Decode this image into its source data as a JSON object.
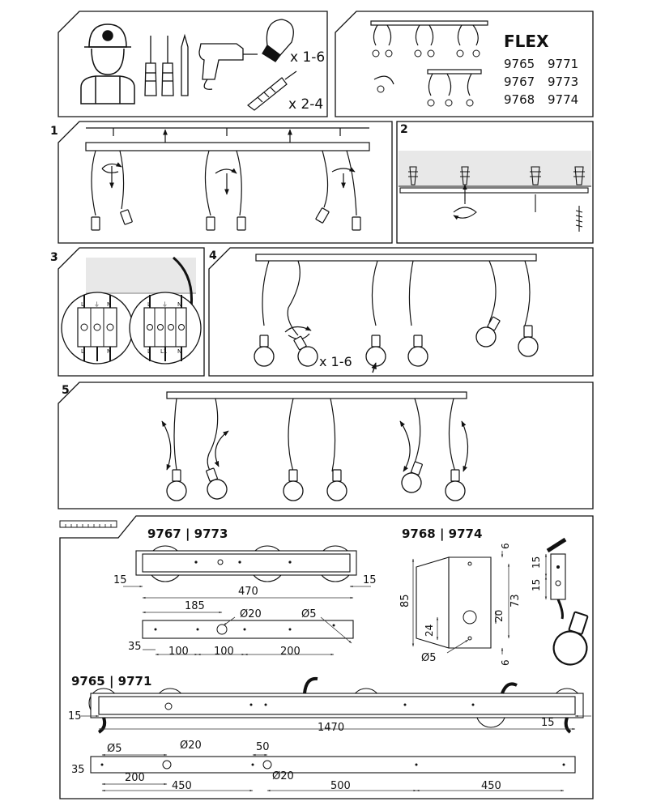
{
  "header": {
    "tools_qty_bulb": "x 1-6",
    "tools_qty_dowel": "x 2-4",
    "product_name": "FLEX",
    "codes": [
      [
        "9765",
        "9771"
      ],
      [
        "9767",
        "9773"
      ],
      [
        "9768",
        "9774"
      ]
    ]
  },
  "steps": {
    "s1": "1",
    "s2": "2",
    "s3": "3",
    "s4": "4",
    "s5": "5",
    "bulb_qty": "x 1-6"
  },
  "terminals": {
    "t1": [
      "L",
      "⏚",
      "N"
    ],
    "t1_bottom": [
      "L",
      "N"
    ],
    "t2": [
      "L",
      "⏚",
      "N"
    ],
    "t2_bottom": [
      "L",
      "L1",
      "N"
    ]
  },
  "dims": {
    "title_3": "9767 | 9773",
    "title_1": "9768 | 9774",
    "title_6": "9765 | 9771",
    "d15a": "15",
    "d15b": "15",
    "d470": "470",
    "d185": "185",
    "d20a": "Ø20",
    "d5a": "Ø5",
    "d35a": "35",
    "d100a": "100",
    "d100b": "100",
    "d200a": "200",
    "d6a": "6",
    "d85": "85",
    "d73": "73",
    "d20b": "20",
    "d24": "24",
    "d6b": "6",
    "d5b": "Ø5",
    "d15c": "15",
    "d15d": "15",
    "d15e": "15",
    "d1470": "1470",
    "d15f": "15",
    "d5c": "Ø5",
    "d20c": "Ø20",
    "d50": "50",
    "d35b": "35",
    "d200b": "200",
    "d450a": "450",
    "d20d": "Ø20",
    "d500": "500",
    "d450b": "450"
  }
}
